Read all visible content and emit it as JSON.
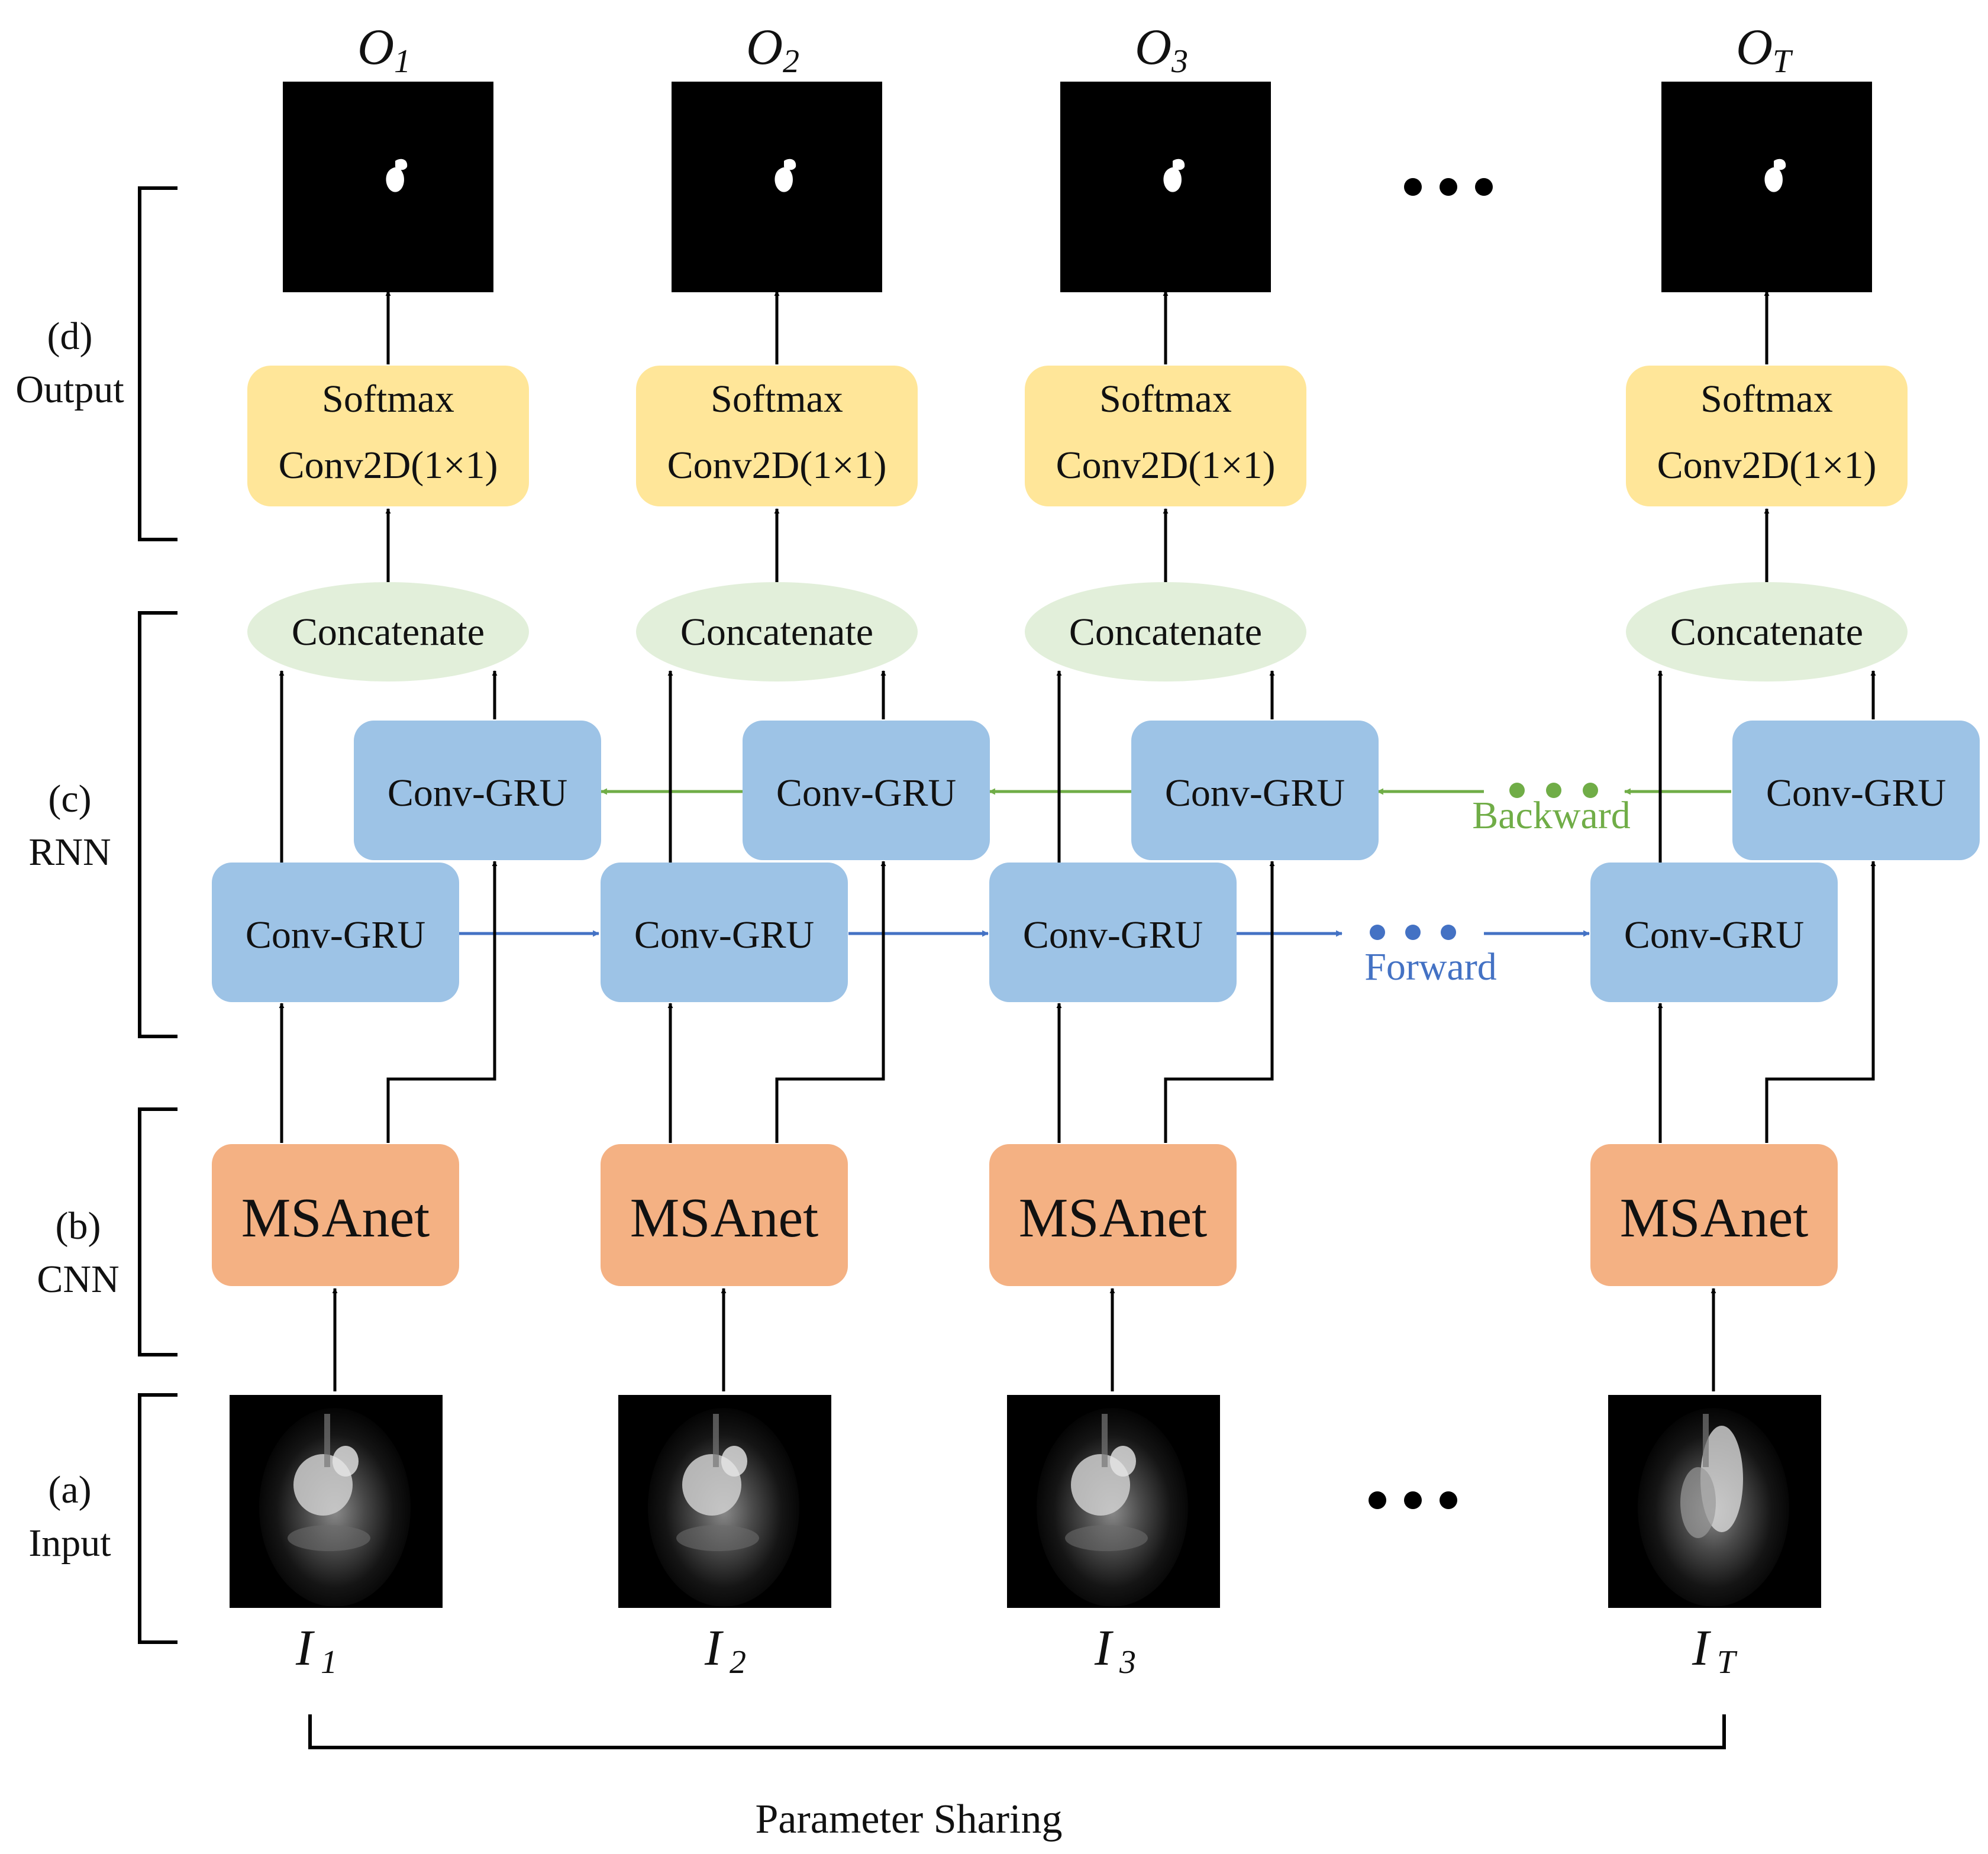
{
  "sections": [
    {
      "letter": "(d)",
      "name": "Output"
    },
    {
      "letter": "(c)",
      "name": "RNN"
    },
    {
      "letter": "(b)",
      "name": "CNN"
    },
    {
      "letter": "(a)",
      "name": "Input"
    }
  ],
  "columns": [
    {
      "output": {
        "base": "O",
        "sub": "1"
      },
      "input": {
        "base": "I",
        "sub": "1"
      }
    },
    {
      "output": {
        "base": "O",
        "sub": "2"
      },
      "input": {
        "base": "I",
        "sub": "2"
      }
    },
    {
      "output": {
        "base": "O",
        "sub": "3"
      },
      "input": {
        "base": "I",
        "sub": "3"
      }
    },
    {
      "output": {
        "base": "O",
        "sub": "T"
      },
      "input": {
        "base": "I",
        "sub": "T"
      }
    }
  ],
  "blocks": {
    "softmax": "Softmax",
    "conv1x1": "Conv2D(1×1)",
    "concatenate": "Concatenate",
    "conv_gru": "Conv-GRU",
    "cnn": "MSAnet"
  },
  "directions": {
    "backward": "Backward",
    "forward": "Forward"
  },
  "footer": "Parameter Sharing",
  "colors": {
    "softmax_fill": "#FFE699",
    "concat_fill": "#E2EFDA",
    "gru_fill": "#9DC3E6",
    "msanet_fill": "#F4B183",
    "backward": "#70AD47",
    "forward": "#4472C4",
    "line": "#000000"
  }
}
